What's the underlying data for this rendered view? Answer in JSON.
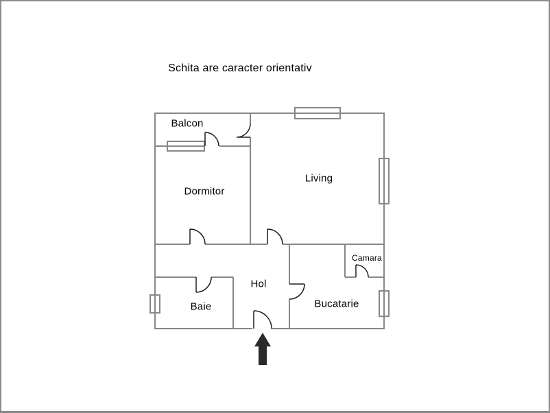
{
  "title": "Schita are caracter orientativ",
  "rooms": {
    "balcon": "Balcon",
    "dormitor": "Dormitor",
    "living": "Living",
    "hol": "Hol",
    "baie": "Baie",
    "bucatarie": "Bucatarie",
    "camara": "Camara"
  },
  "symbols": {
    "windows": [
      "balcon-dormitor-window",
      "living-top-window",
      "living-right-window",
      "bucatarie-right-window",
      "baie-left-window"
    ],
    "doors": [
      "balcon-door",
      "living-balcon-door",
      "dormitor-door",
      "living-door",
      "baie-door",
      "camara-door",
      "bucatarie-door",
      "entrance-door"
    ],
    "entrance_arrow": "up-arrow"
  },
  "colors": {
    "wall": "#878787",
    "door": "#1f1f1f",
    "arrow": "#2a2a2a",
    "ink": "#000000",
    "page_border": "#8a8a8a",
    "background": "#ffffff"
  }
}
